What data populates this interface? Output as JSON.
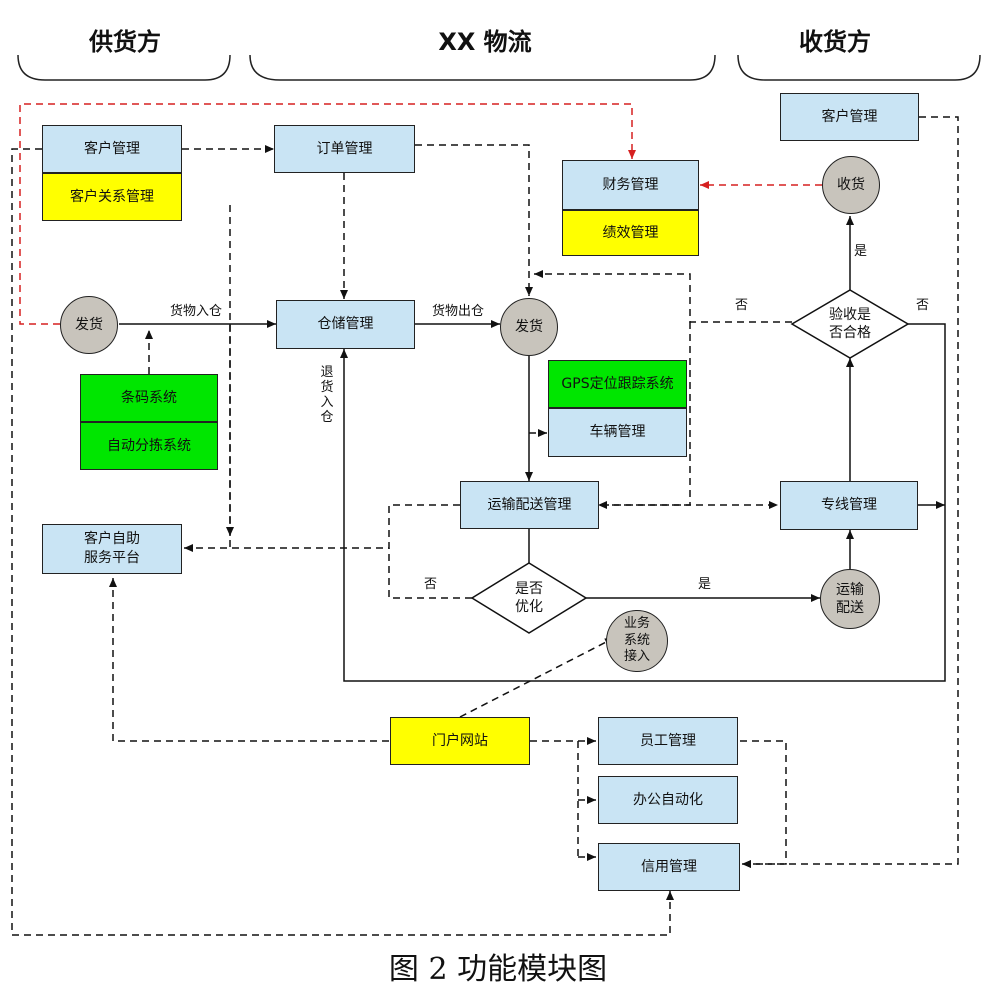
{
  "lanes": {
    "supplier": "供货方",
    "logistics": "XX 物流",
    "receiver": "收货方"
  },
  "nodes": {
    "customer_mgmt": "客户管理",
    "customer_relation_mgmt": "客户关系管理",
    "order_mgmt": "订单管理",
    "finance_mgmt": "财务管理",
    "performance_mgmt": "绩效管理",
    "receiver_customer_mgmt": "客户管理",
    "ship_supplier": "发货",
    "warehouse_mgmt": "仓储管理",
    "ship_logistics": "发货",
    "barcode_system": "条码系统",
    "auto_sort_system": "自动分拣系统",
    "gps_system": "GPS定位跟踪系统",
    "vehicle_mgmt": "车辆管理",
    "transport_mgmt": "运输配送管理",
    "dedicated_line_mgmt": "专线管理",
    "self_service_platform": "客户自助\n服务平台",
    "optimize_decision": "是否\n优化",
    "transport_delivery": "运输\n配送",
    "business_access": "业务\n系统\n接入",
    "portal": "门户网站",
    "staff_mgmt": "员工管理",
    "office_automation": "办公自动化",
    "credit_mgmt": "信用管理",
    "receive": "收货",
    "inspection_decision": "验收是\n否合格"
  },
  "edge_labels": {
    "goods_in": "货物入仓",
    "goods_out": "货物出仓",
    "return_in": "退货入仓",
    "no_left": "否",
    "yes": "是",
    "no_inspection": "否",
    "no_right": "否",
    "yes_inspection": "是"
  },
  "caption": "图 2 功能模块图",
  "colors": {
    "blue_box": "#c9e4f4",
    "yellow_box": "#ffff00",
    "green_box": "#00e600",
    "circle_node": "#c8c4bc",
    "red_line": "#d62020"
  }
}
